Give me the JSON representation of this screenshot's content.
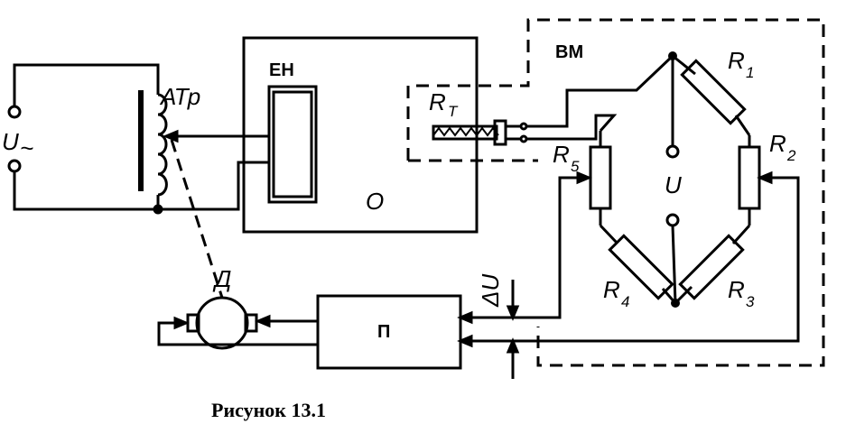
{
  "caption": "Рисунок 13.1",
  "labels": {
    "supply_voltage": "U",
    "supply_symbol": "~",
    "autotransformer": "АТр",
    "stabilizer": "ЕН",
    "object": "О",
    "measuring_block": "ВМ",
    "thermistor": "R",
    "thermistor_sub": "Т",
    "r1": "R",
    "r1_sub": "1",
    "r2": "R",
    "r2_sub": "2",
    "r3": "R",
    "r3_sub": "3",
    "r4": "R",
    "r4_sub": "4",
    "r5": "R",
    "r5_sub": "5",
    "bridge_voltage": "U",
    "motor": "Д",
    "amplifier": "П",
    "delta_u": "ΔU"
  }
}
